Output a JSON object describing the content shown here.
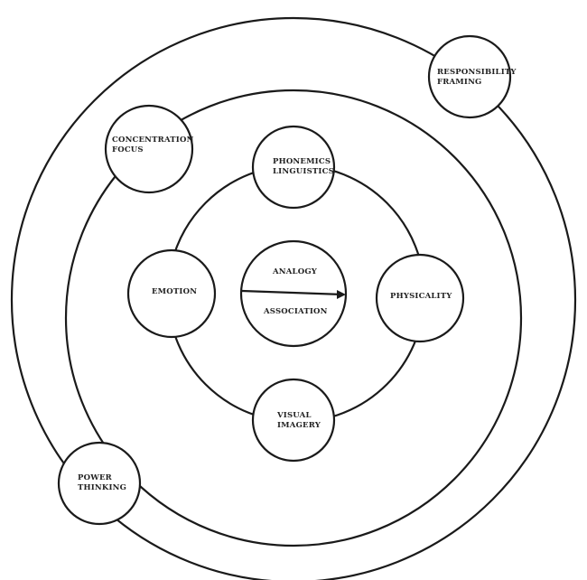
{
  "nodes": {
    "responsibility": [
      "RESPONSIBILITY",
      "FRAMING"
    ],
    "concentration": [
      "CONCENTRATION",
      "FOCUS"
    ],
    "phonemics": [
      "PHONEMICS",
      "LINGUISTICS"
    ],
    "emotion": "EMOTION",
    "analogy": "ANALOGY",
    "association": "ASSOCIATION",
    "physicality": "PHYSICALITY",
    "visual": [
      "VISUAL",
      "IMAGERY"
    ],
    "power": [
      "POWER",
      "THINKING"
    ]
  }
}
